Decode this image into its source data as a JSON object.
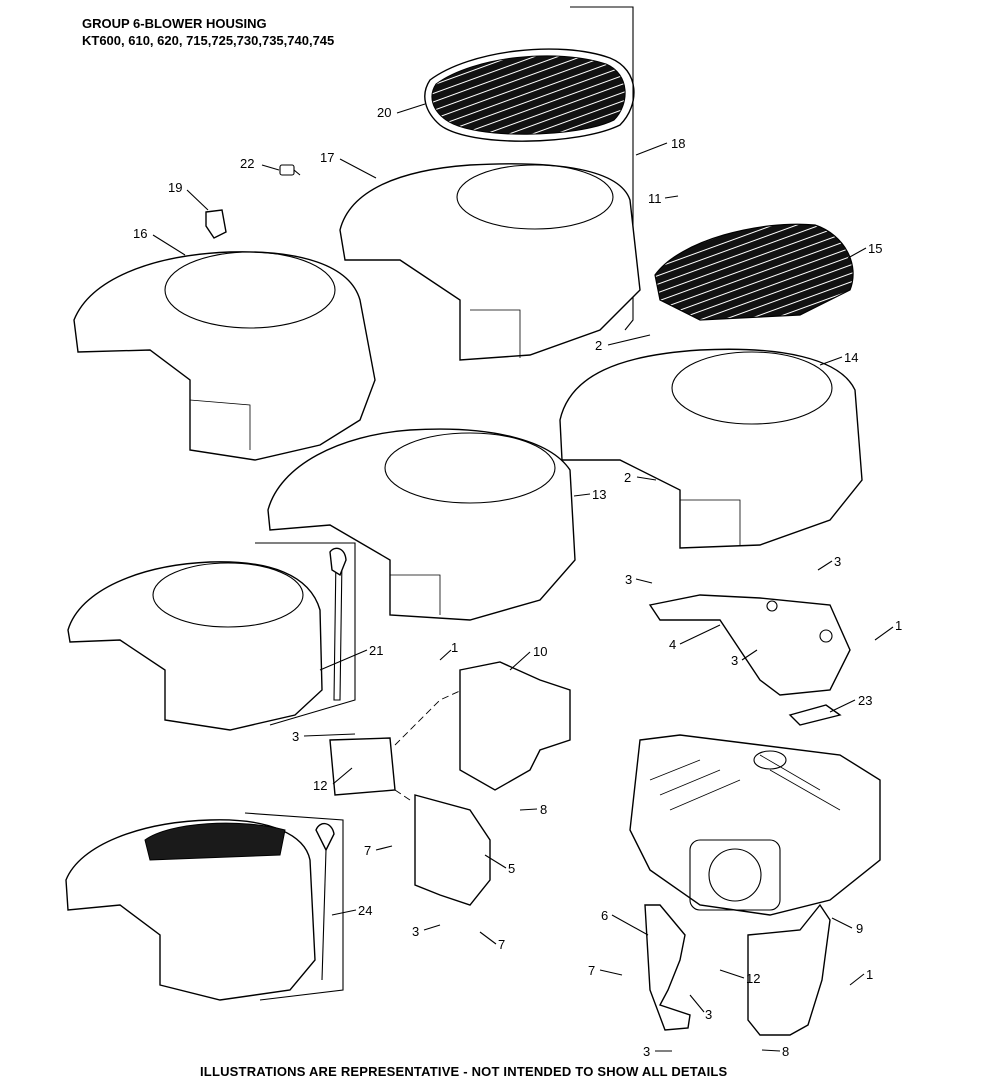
{
  "header": {
    "title": "GROUP 6-BLOWER HOUSING",
    "models": "KT600, 610, 620, 715,725,730,735,740,745"
  },
  "footer": "ILLUSTRATIONS ARE REPRESENTATIVE - NOT INTENDED TO SHOW ALL DETAILS",
  "callouts": [
    "20",
    "22",
    "17",
    "18",
    "19",
    "11",
    "16",
    "15",
    "2",
    "14",
    "2",
    "13",
    "3",
    "3",
    "21",
    "1",
    "10",
    "4",
    "3",
    "1",
    "3",
    "23",
    "12",
    "8",
    "7",
    "5",
    "6",
    "9",
    "24",
    "3",
    "7",
    "7",
    "12",
    "1",
    "3",
    "3",
    "8"
  ]
}
